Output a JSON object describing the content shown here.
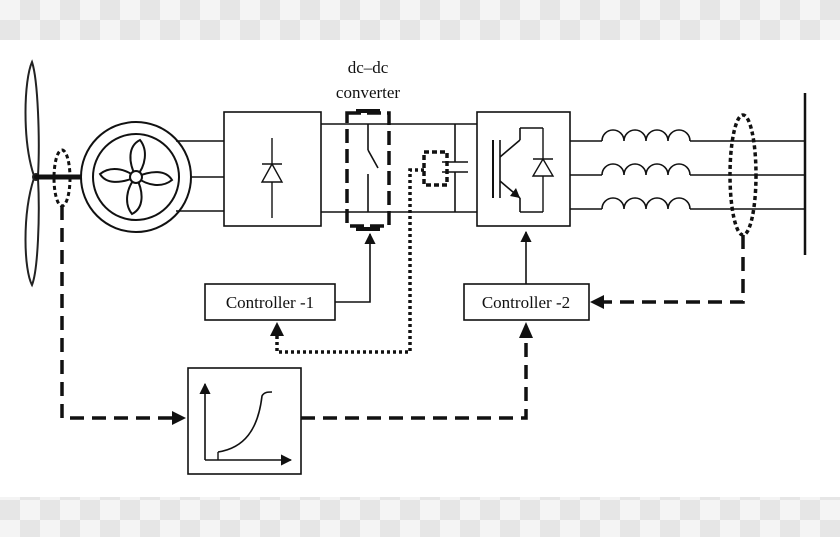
{
  "labels": {
    "converter_line1": "dc–dc",
    "converter_line2": "converter",
    "controller_1": "Controller -1",
    "controller_2": "Controller -2"
  },
  "colors": {
    "ink": "#111111",
    "canvas": "#ffffff",
    "checker_light": "#f4f4f4",
    "checker_dark": "#e6e6e6"
  }
}
